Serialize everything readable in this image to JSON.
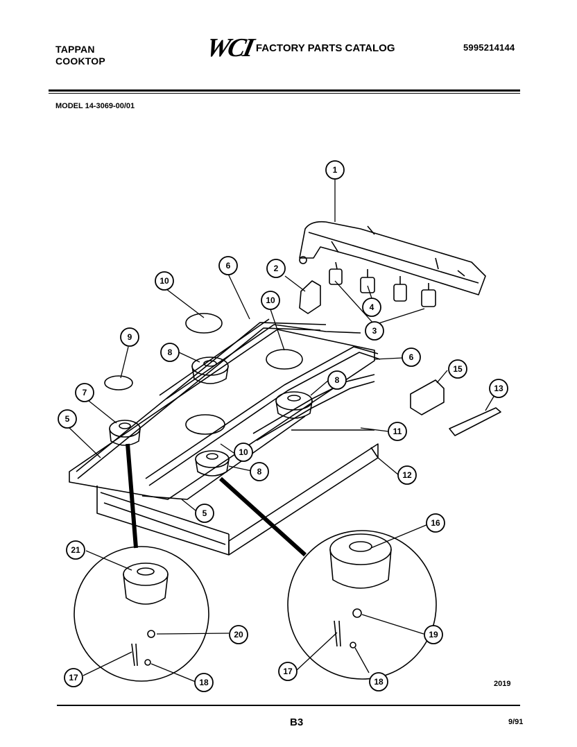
{
  "header": {
    "brand_line1": "TAPPAN",
    "brand_line2": "COOKTOP",
    "logo_text": "WCI",
    "catalog_title": "FACTORY PARTS CATALOG",
    "catalog_number": "5995214144",
    "model_label": "MODEL 14-3069-00/01"
  },
  "diagram": {
    "callouts": [
      "1",
      "2",
      "3",
      "4",
      "5",
      "6",
      "7",
      "8",
      "9",
      "10",
      "11",
      "12",
      "13",
      "15",
      "16",
      "17",
      "18",
      "19",
      "20",
      "21"
    ]
  },
  "footer": {
    "drawing_number": "2019",
    "page_code": "B3",
    "date": "9/91"
  }
}
